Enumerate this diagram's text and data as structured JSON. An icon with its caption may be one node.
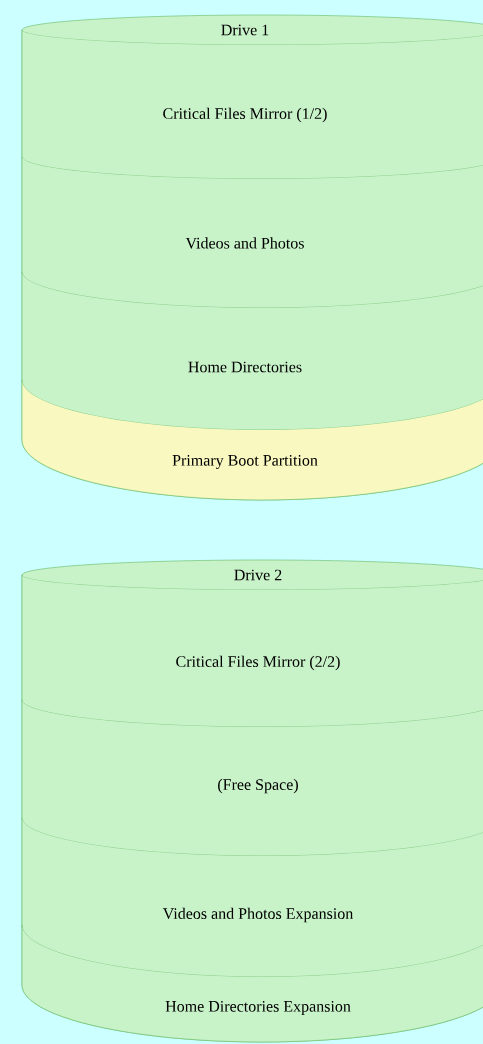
{
  "diagram": {
    "nodes": [
      {
        "text": [
          "Drive 1"
        ]
      },
      {
        "text": [
          "Critical Files Mirror (1/2)"
        ],
        "in": 0
      },
      {
        "text": [
          "Videos and Photos"
        ],
        "in": 0
      },
      {
        "text": [
          "Home Directories"
        ],
        "in": 0
      },
      {
        "text": [
          "Primary Boot Partition"
        ],
        "in": 0
      },
      {
        "text": [
          "Drive 2"
        ]
      },
      {
        "text": [
          "Critical Files Mirror (2/2)"
        ],
        "in": 5
      },
      {
        "text": [
          "(Free Space)"
        ],
        "in": 5
      },
      {
        "text": [
          "Videos and Photos Expansion"
        ],
        "in": 5
      },
      {
        "text": [
          "Home Directories Expansion"
        ],
        "in": 5
      }
    ]
  }
}
